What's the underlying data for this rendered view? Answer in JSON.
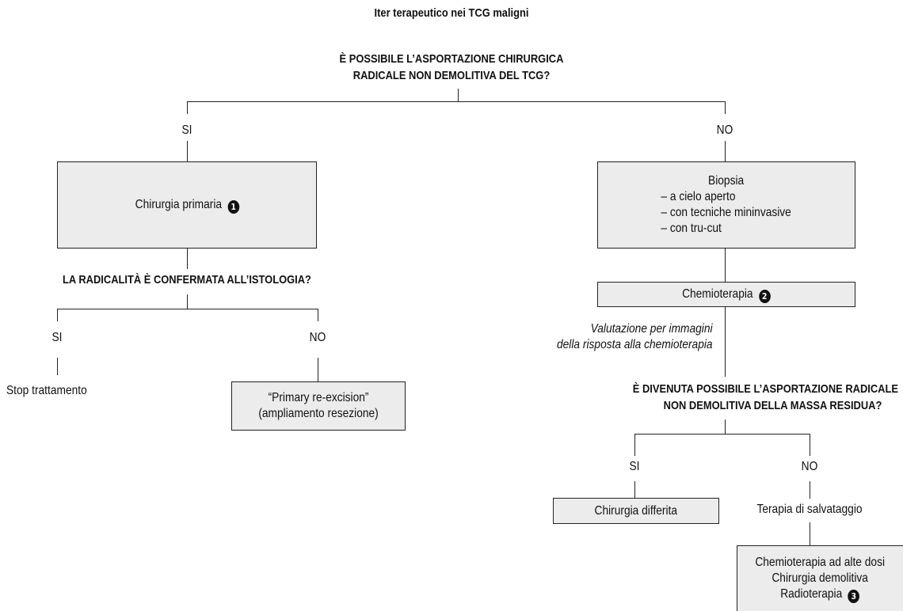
{
  "title": "Iter terapeutico nei TCG maligni",
  "q1": {
    "line1": "È POSSIBILE L’ASPORTAZIONE CHIRURGICA",
    "line2": "RADICALE NON DEMOLITIVA DEL TCG?"
  },
  "q1_yes": "SI",
  "q1_no": "NO",
  "chirurgia_primaria": {
    "label": "Chirurgia primaria",
    "badge": "1"
  },
  "biopsia": {
    "heading": "Biopsia",
    "items": [
      "– a cielo aperto",
      "– con tecniche mininvasive",
      "– con tru-cut"
    ]
  },
  "q2": "LA RADICALITÀ È CONFERMATA ALL’ISTOLOGIA?",
  "q2_yes": "SI",
  "q2_no": "NO",
  "stop": "Stop trattamento",
  "reexcision": {
    "line1": "“Primary re-excision”",
    "line2": "(ampliamento resezione)"
  },
  "chemioterapia": {
    "label": "Chemioterapia",
    "badge": "2"
  },
  "valutazione": {
    "line1": "Valutazione per immagini",
    "line2": "della risposta alla chemioterapia"
  },
  "q3": {
    "line1": "È DIVENUTA POSSIBILE L’ASPORTAZIONE RADICALE",
    "line2": "NON DEMOLITIVA DELLA MASSA RESIDUA?"
  },
  "q3_yes": "SI",
  "q3_no": "NO",
  "chirurgia_differita": "Chirurgia differita",
  "salvataggio": "Terapia di salvataggio",
  "final_box": {
    "line1": "Chemioterapia ad alte dosi",
    "line2": "Chirurgia demolitiva",
    "line3": "Radioterapia",
    "badge": "3"
  },
  "colors": {
    "box_fill": "#ececec",
    "line": "#222222",
    "text": "#111111"
  }
}
